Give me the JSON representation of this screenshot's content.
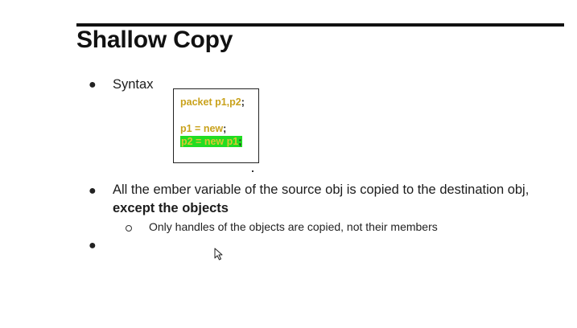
{
  "slide": {
    "title": "Shallow Copy",
    "bullets": [
      {
        "marker": "●",
        "text": "Syntax"
      },
      {
        "marker": "●",
        "line1": "All the ember variable of the source obj  is copied to the destination obj,",
        "line2": "except the objects"
      },
      {
        "marker": "●",
        "text": ""
      }
    ],
    "sub_bullets": [
      {
        "text": "Only handles of the objects are copied, not their members"
      }
    ],
    "code": {
      "line1": {
        "code": "packet p1,p2",
        "end": ";"
      },
      "line2": {
        "code": "p1 = new",
        "end": ";"
      },
      "line3": {
        "code": "p2 = new  p1",
        "end": ";"
      }
    }
  },
  "colors": {
    "code_text": "#c9a21c",
    "highlight": "#22dd22",
    "title": "#111111"
  },
  "icons": {
    "cursor": "mouse-pointer-icon"
  }
}
